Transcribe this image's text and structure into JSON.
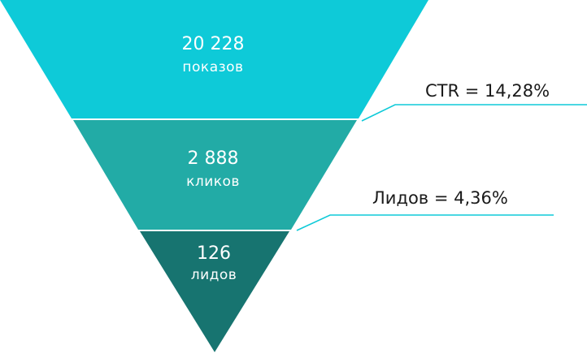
{
  "funnel": {
    "stages": [
      {
        "value": "20 228",
        "unit": "показов",
        "color": "#0ecad8"
      },
      {
        "value": "2 888",
        "unit": "кликов",
        "color": "#22aba6"
      },
      {
        "value": "126",
        "unit": "лидов",
        "color": "#177470"
      }
    ],
    "annotations": [
      {
        "label": "CTR = 14,28%",
        "line_color": "#0ecad8"
      },
      {
        "label": "Лидов = 4,36%",
        "line_color": "#0ecad8"
      }
    ]
  }
}
